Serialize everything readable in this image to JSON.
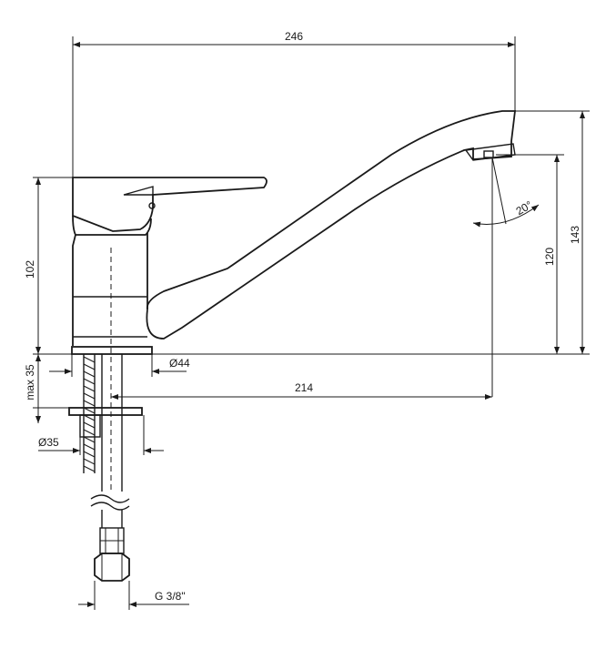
{
  "dimensions": {
    "overall_width": "246",
    "spout_reach": "214",
    "body_height": "102",
    "outlet_height": "120",
    "total_height": "143",
    "swivel_angle": "20°",
    "max_deck_thickness": "max 35",
    "base_diameter": "Ø44",
    "shank_diameter": "Ø35",
    "thread": "G 3/8\""
  }
}
